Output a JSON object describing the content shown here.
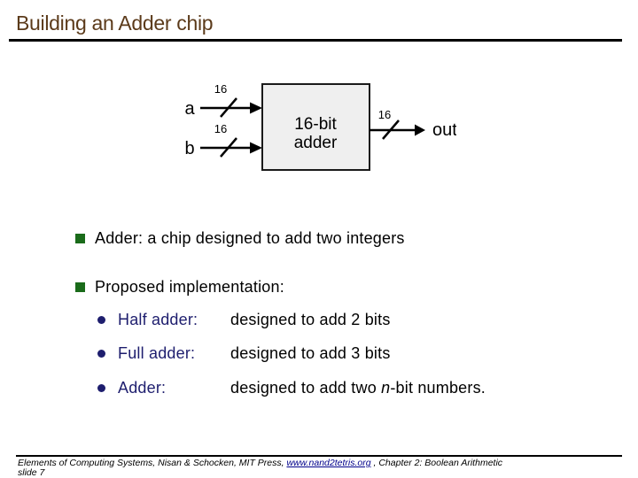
{
  "slide": {
    "title": "Building an Adder chip"
  },
  "colors": {
    "title_brown": "#5B3A1A",
    "bullet_green": "#1A6B1A",
    "navy": "#1E1E6E",
    "link_navy": "#00008B",
    "box_fill": "#EFEFEF"
  },
  "diagram": {
    "input_a_label": "a",
    "input_b_label": "b",
    "bus_width_a": "16",
    "bus_width_b": "16",
    "bus_width_out": "16",
    "chip_line1": "16-bit",
    "chip_line2": "adder",
    "output_label": "out"
  },
  "bullets": [
    {
      "text": "Adder: a chip designed to add two integers"
    },
    {
      "text": "Proposed implementation:"
    }
  ],
  "sub_bullets": [
    {
      "label": "Half adder:",
      "desc_prefix": "designed to add 2 bits",
      "desc_italic": "",
      "desc_suffix": ""
    },
    {
      "label": "Full adder:",
      "desc_prefix": "designed to add 3 bits",
      "desc_italic": "",
      "desc_suffix": ""
    },
    {
      "label": "Adder:",
      "desc_prefix": "designed to add two ",
      "desc_italic": "n",
      "desc_suffix": "-bit numbers."
    }
  ],
  "footer": {
    "before_link": "Elements of Computing Systems, Nisan & Schocken, MIT Press, ",
    "link_text": "www.nand2tetris.org",
    "after_link": " , Chapter 2: Boolean Arithmetic",
    "slide_number": "slide 7"
  }
}
